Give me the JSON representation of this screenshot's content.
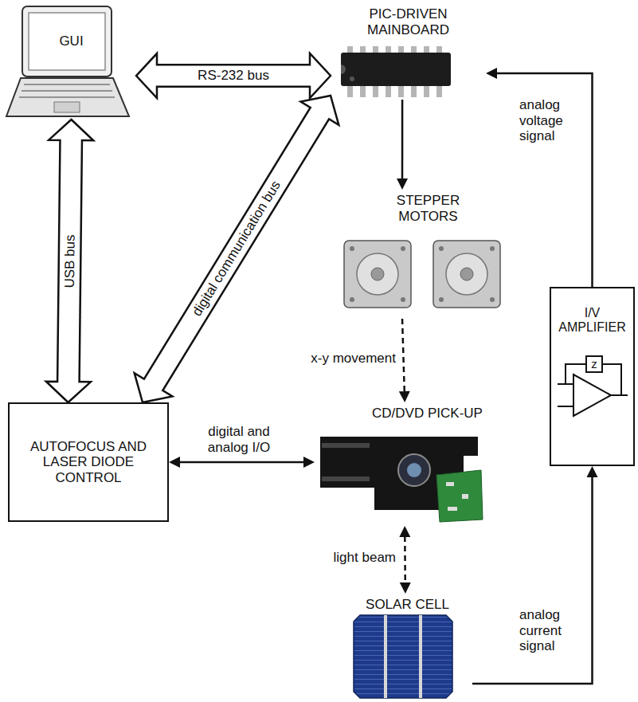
{
  "diagram": {
    "nodes": [
      {
        "text": [
          "GUI"
        ]
      },
      {
        "text": [
          "PIC-DRIVEN MAINBOARD"
        ]
      },
      {
        "text": [
          "STEPPER MOTORS"
        ]
      },
      {
        "text": [
          "I/V AMPLIFIER",
          "z"
        ]
      },
      {
        "text": [
          "CD/DVD PICK-UP"
        ]
      },
      {
        "text": [
          "AUTOFOCUS AND LASER DIODE CONTROL"
        ]
      },
      {
        "text": [
          "SOLAR CELL"
        ]
      }
    ],
    "edges": [
      {
        "from": 0,
        "to": 1,
        "label": "RS-232 bus",
        "arrow": "both"
      },
      {
        "from": 0,
        "to": 5,
        "label": "USB bus",
        "arrow": "both"
      },
      {
        "from": 1,
        "to": 5,
        "label": "digital communication bus",
        "arrow": "both"
      },
      {
        "from": 1,
        "to": 2,
        "arrow": "to"
      },
      {
        "from": 2,
        "to": 4,
        "label": "x-y movement",
        "arrow": "to"
      },
      {
        "from": 5,
        "to": 4,
        "label": "digital and analog I/O",
        "arrow": "both"
      },
      {
        "from": 4,
        "to": 6,
        "label": "light beam",
        "arrow": "both"
      },
      {
        "from": 6,
        "to": 3,
        "label": "analog current signal",
        "arrow": "to"
      },
      {
        "from": 3,
        "to": 1,
        "label": "analog voltage signal",
        "arrow": "to"
      }
    ]
  }
}
